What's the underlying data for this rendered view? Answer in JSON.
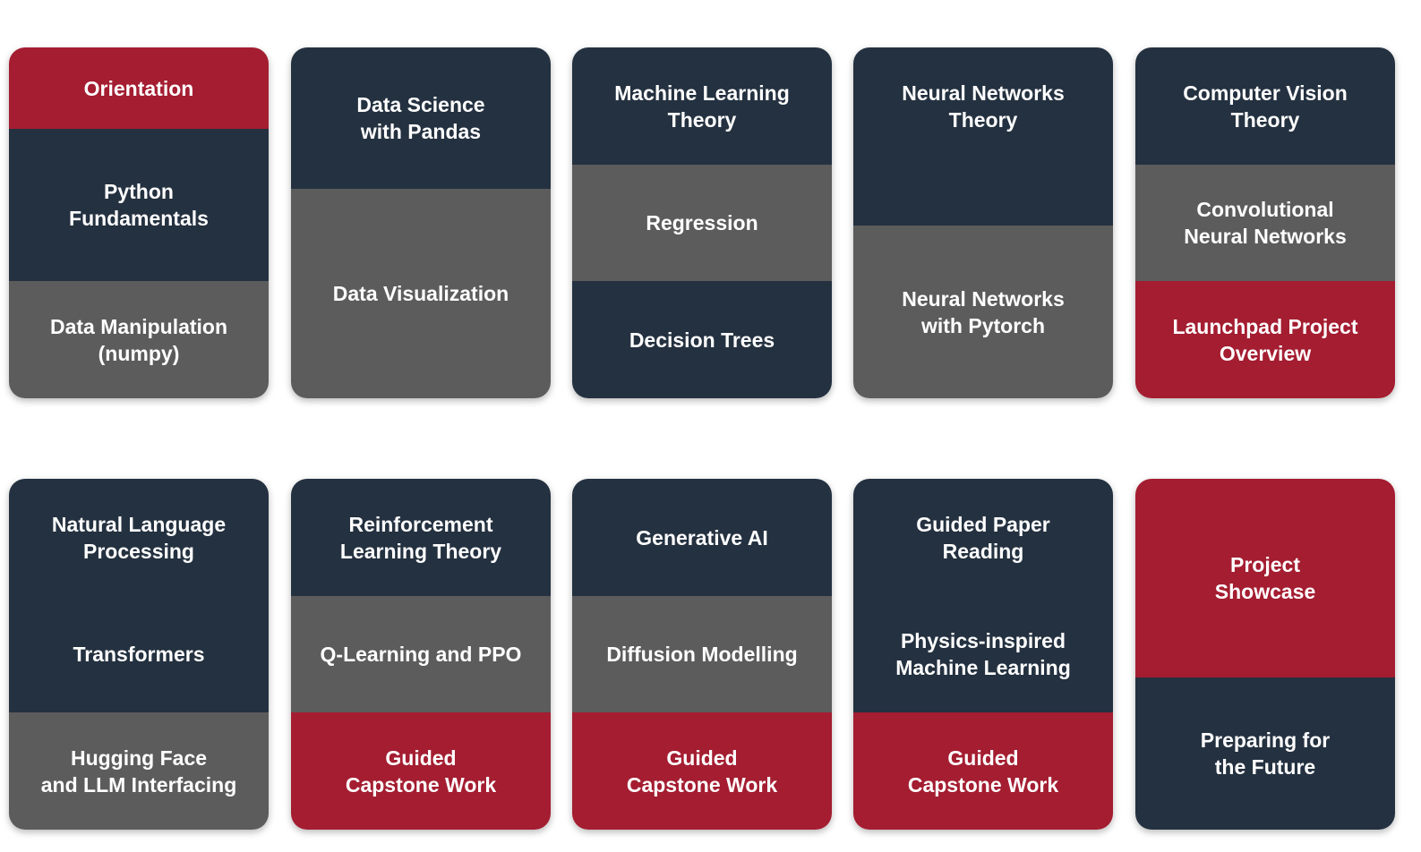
{
  "colors": {
    "red": "#a41d31",
    "navy": "#243140",
    "gray": "#5c5c5c"
  },
  "cards": [
    {
      "segments": [
        {
          "label": "Orientation",
          "color": "red"
        },
        {
          "label": "Python\nFundamentals",
          "color": "navy"
        },
        {
          "label": "Data Manipulation\n(numpy)",
          "color": "gray"
        }
      ]
    },
    {
      "segments": [
        {
          "label": "Data Science\nwith Pandas",
          "color": "navy"
        },
        {
          "label": "Data Visualization",
          "color": "gray"
        }
      ]
    },
    {
      "segments": [
        {
          "label": "Machine Learning\nTheory",
          "color": "navy"
        },
        {
          "label": "Regression",
          "color": "gray"
        },
        {
          "label": "Decision Trees",
          "color": "navy"
        }
      ]
    },
    {
      "segments": [
        {
          "label": "Neural Networks\nTheory",
          "color": "navy"
        },
        {
          "label": "Neural Networks\nwith Pytorch",
          "color": "gray"
        }
      ]
    },
    {
      "segments": [
        {
          "label": "Computer Vision\nTheory",
          "color": "navy"
        },
        {
          "label": "Convolutional\nNeural Networks",
          "color": "gray"
        },
        {
          "label": "Launchpad Project\nOverview",
          "color": "red"
        }
      ]
    },
    {
      "segments": [
        {
          "label": "Natural Language\nProcessing",
          "color": "navy"
        },
        {
          "label": "Transformers",
          "color": "navy"
        },
        {
          "label": "Hugging Face\nand LLM Interfacing",
          "color": "gray"
        }
      ]
    },
    {
      "segments": [
        {
          "label": "Reinforcement\nLearning Theory",
          "color": "navy"
        },
        {
          "label": "Q-Learning and PPO",
          "color": "gray"
        },
        {
          "label": "Guided\nCapstone Work",
          "color": "red"
        }
      ]
    },
    {
      "segments": [
        {
          "label": "Generative AI",
          "color": "navy"
        },
        {
          "label": "Diffusion Modelling",
          "color": "gray"
        },
        {
          "label": "Guided\nCapstone Work",
          "color": "red"
        }
      ]
    },
    {
      "segments": [
        {
          "label": "Guided Paper\nReading",
          "color": "navy"
        },
        {
          "label": "Physics-inspired\nMachine Learning",
          "color": "navy"
        },
        {
          "label": "Guided\nCapstone Work",
          "color": "red"
        }
      ]
    },
    {
      "segments": [
        {
          "label": "Project\nShowcase",
          "color": "red"
        },
        {
          "label": "Preparing for\nthe Future",
          "color": "navy"
        }
      ]
    }
  ]
}
